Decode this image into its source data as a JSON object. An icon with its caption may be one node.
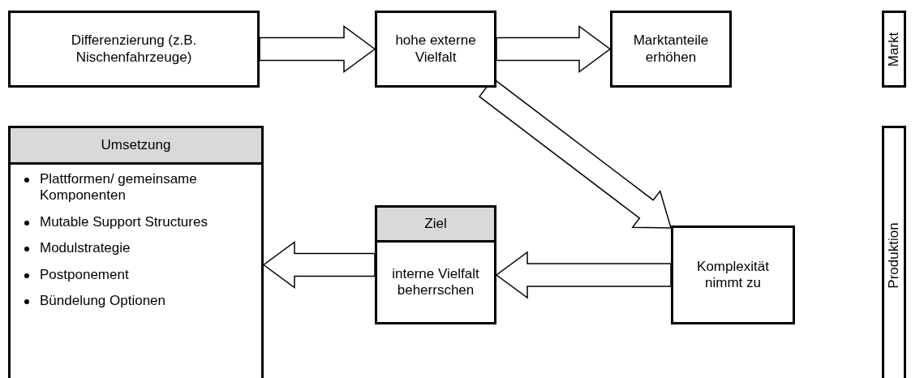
{
  "diagram": {
    "nodes": [
      {
        "text": [
          "Differenzierung (z.B. Nischenfahrzeuge)"
        ]
      },
      {
        "text": [
          "hohe externe Vielfalt"
        ]
      },
      {
        "text": [
          "Marktanteile erhöhen"
        ]
      },
      {
        "text": [
          "Markt"
        ]
      },
      {
        "text": [
          "Umsetzung",
          "Plattformen/ gemeinsame Komponenten",
          "Mutable Support Structures",
          "Modulstrategie",
          "Postponement",
          "Bündelung Optionen"
        ]
      },
      {
        "text": [
          "Ziel",
          "interne Vielfalt beherrschen"
        ]
      },
      {
        "text": [
          "Komplexität nimmt zu"
        ]
      },
      {
        "text": [
          "Produktion"
        ]
      }
    ],
    "edges": [
      {
        "from": 0,
        "to": 1,
        "arrow": "to"
      },
      {
        "from": 1,
        "to": 2,
        "arrow": "to"
      },
      {
        "from": 1,
        "to": 6,
        "arrow": "to"
      },
      {
        "from": 6,
        "to": 5,
        "arrow": "to"
      },
      {
        "from": 5,
        "to": 4,
        "arrow": "to"
      }
    ]
  }
}
